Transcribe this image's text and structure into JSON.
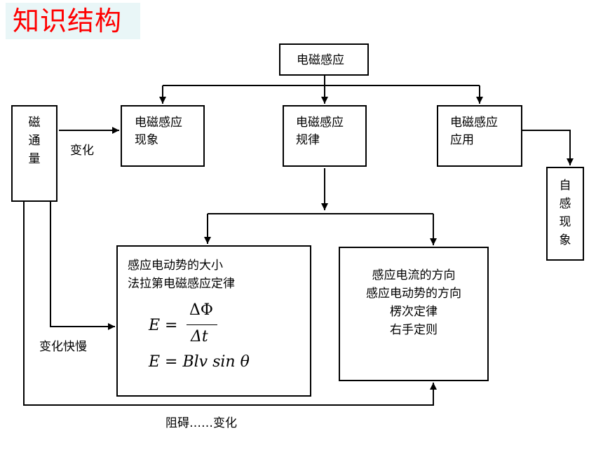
{
  "title": "知识结构",
  "nodes": {
    "top": "电磁感应",
    "phenomenon": [
      "电磁感应",
      "现象"
    ],
    "law": [
      "电磁感应",
      "规律"
    ],
    "application": [
      "电磁感应",
      "应用"
    ],
    "flux": "磁通量",
    "self_induction": "自感现象",
    "emf": {
      "lines": [
        "感应电动势的大小",
        "法拉第电磁感应定律"
      ],
      "formula1": {
        "lhs": "E =",
        "num": "ΔΦ",
        "den": "Δt"
      },
      "formula2": "E = Blv sin θ"
    },
    "direction": [
      "感应电流的方向",
      "感应电动势的方向",
      "楞次定律",
      "右手定则"
    ]
  },
  "edge_labels": {
    "change": "变化",
    "change_rate": "变化快慢",
    "oppose": "阻碍……变化"
  }
}
